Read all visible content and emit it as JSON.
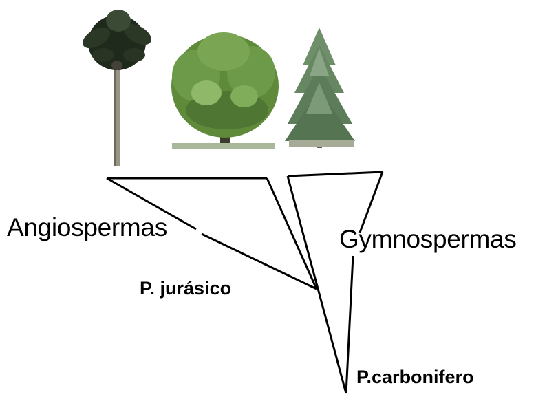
{
  "diagram": {
    "labels": {
      "angiospermas": "Angiospermas",
      "gymnospermas": "Gymnospermas",
      "jurasico": "P. jurásico",
      "carbonifero": "P.carbonifero"
    },
    "trees": [
      {
        "icon": "palm-tree-icon"
      },
      {
        "icon": "broadleaf-tree-icon"
      },
      {
        "icon": "conifer-tree-icon"
      }
    ],
    "colors": {
      "lines": "#000000",
      "background": "#ffffff",
      "foliage_dark": "#1f2a1c",
      "foliage_broadleaf": "#5e8a3a",
      "foliage_conifer": "#6f8e6a",
      "trunk": "#8a8272"
    }
  }
}
